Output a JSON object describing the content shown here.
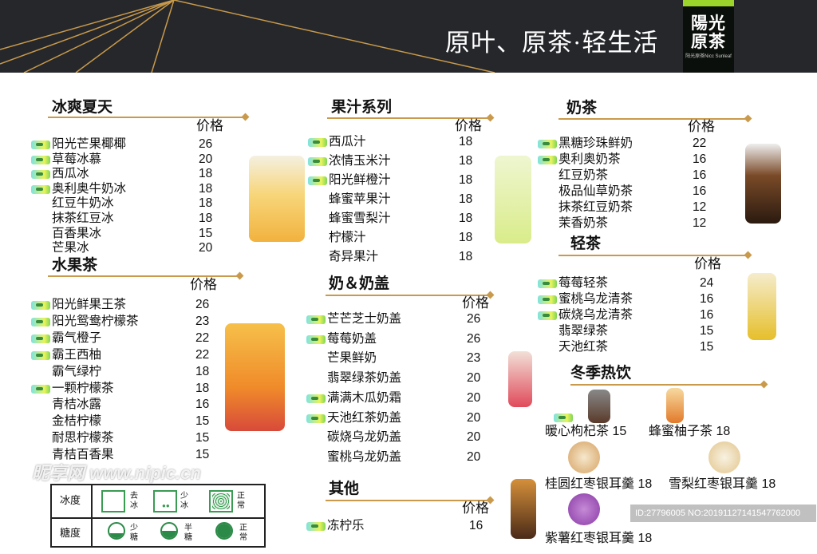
{
  "header": {
    "slogan": "原叶、原茶·轻生活",
    "logo": {
      "line1": "陽光",
      "line2": "原茶",
      "sub": "阳光原茶Nicc Sunleaf"
    }
  },
  "colors": {
    "header_bg": "#25272b",
    "gold": "#c99a4b",
    "logo_green": "#9bd42a",
    "legend_green": "#2c8a48"
  },
  "price_label": "价格",
  "sections": [
    {
      "id": "bingshuang",
      "title": "冰爽夏天",
      "items": [
        {
          "name": "阳光芒果椰椰",
          "price": "26",
          "new": true
        },
        {
          "name": "草莓冰慕",
          "price": "20",
          "new": true
        },
        {
          "name": "西瓜冰",
          "price": "18",
          "new": true
        },
        {
          "name": "奥利奥牛奶冰",
          "price": "18",
          "new": true
        },
        {
          "name": "红豆牛奶冰",
          "price": "18"
        },
        {
          "name": "抹茶红豆冰",
          "price": "18"
        },
        {
          "name": "百香果冰",
          "price": "15"
        },
        {
          "name": "芒果冰",
          "price": "20"
        }
      ]
    },
    {
      "id": "shuiguocha",
      "title": "水果茶",
      "items": [
        {
          "name": "阳光鲜果王茶",
          "price": "26",
          "new": true
        },
        {
          "name": "阳光鸳鸯柠檬茶",
          "price": "23",
          "new": true
        },
        {
          "name": "霸气橙子",
          "price": "22",
          "new": true
        },
        {
          "name": "霸王西柚",
          "price": "22",
          "new": true
        },
        {
          "name": "霸气绿柠",
          "price": "18"
        },
        {
          "name": "一颗柠檬茶",
          "price": "18",
          "new": true
        },
        {
          "name": "青桔冰露",
          "price": "16"
        },
        {
          "name": "金桔柠檬",
          "price": "15"
        },
        {
          "name": "耐思柠檬茶",
          "price": "15"
        },
        {
          "name": "青桔百香果",
          "price": "15"
        }
      ]
    },
    {
      "id": "guozhi",
      "title": "果汁系列",
      "items": [
        {
          "name": "西瓜汁",
          "price": "18",
          "new": true
        },
        {
          "name": "浓情玉米汁",
          "price": "18",
          "new": true
        },
        {
          "name": "阳光鲜橙汁",
          "price": "18",
          "new": true
        },
        {
          "name": "蜂蜜苹果汁",
          "price": "18"
        },
        {
          "name": "蜂蜜雪梨汁",
          "price": "18"
        },
        {
          "name": "柠檬汁",
          "price": "18"
        },
        {
          "name": "奇异果汁",
          "price": "18"
        }
      ]
    },
    {
      "id": "naigai",
      "title": "奶＆奶盖",
      "items": [
        {
          "name": "芒芒芝士奶盖",
          "price": "26",
          "new": true
        },
        {
          "name": "莓莓奶盖",
          "price": "26",
          "new": true
        },
        {
          "name": "芒果鲜奶",
          "price": "23"
        },
        {
          "name": "翡翠绿茶奶盖",
          "price": "20"
        },
        {
          "name": "满满木瓜奶霜",
          "price": "20",
          "new": true
        },
        {
          "name": "天池红茶奶盖",
          "price": "20",
          "new": true
        },
        {
          "name": "碳烧乌龙奶盖",
          "price": "20"
        },
        {
          "name": "蜜桃乌龙奶盖",
          "price": "20"
        }
      ]
    },
    {
      "id": "qita",
      "title": "其他",
      "items": [
        {
          "name": "冻柠乐",
          "price": "16",
          "new": true
        }
      ]
    },
    {
      "id": "naicha",
      "title": "奶茶",
      "items": [
        {
          "name": "黑糖珍珠鲜奶",
          "price": "22",
          "new": true
        },
        {
          "name": "奥利奥奶茶",
          "price": "16",
          "new": true
        },
        {
          "name": "红豆奶茶",
          "price": "16"
        },
        {
          "name": "极品仙草奶茶",
          "price": "16"
        },
        {
          "name": "抹茶红豆奶茶",
          "price": "12"
        },
        {
          "name": "茉香奶茶",
          "price": "12"
        }
      ]
    },
    {
      "id": "qingcha",
      "title": "轻茶",
      "items": [
        {
          "name": "莓莓轻茶",
          "price": "24",
          "new": true
        },
        {
          "name": "蜜桃乌龙清茶",
          "price": "16",
          "new": true
        },
        {
          "name": "碳烧乌龙清茶",
          "price": "16",
          "new": true
        },
        {
          "name": "翡翠绿茶",
          "price": "15"
        },
        {
          "name": "天池红茶",
          "price": "15"
        }
      ]
    }
  ],
  "winter": {
    "title": "冬季热饮",
    "items": [
      {
        "name": "暖心枸杞茶",
        "price": "15",
        "new": true
      },
      {
        "name": "蜂蜜柚子茶",
        "price": "18"
      },
      {
        "name": "桂圆红枣银耳羹",
        "price": "18"
      },
      {
        "name": "雪梨红枣银耳羹",
        "price": "18"
      },
      {
        "name": "紫薯红枣银耳羹",
        "price": "18"
      }
    ]
  },
  "legend": {
    "ice_label": "冰度",
    "sugar_label": "糖度",
    "ice": [
      "去冰",
      "少冰",
      "正常"
    ],
    "sugar": [
      "少糖",
      "半糖",
      "正常"
    ],
    "sugar_fill": [
      0.35,
      0.5,
      1.0
    ]
  },
  "watermark": {
    "site": "昵享网 www.nipic.cn",
    "id": "ID:27796005 NO:20191127141547762000"
  }
}
